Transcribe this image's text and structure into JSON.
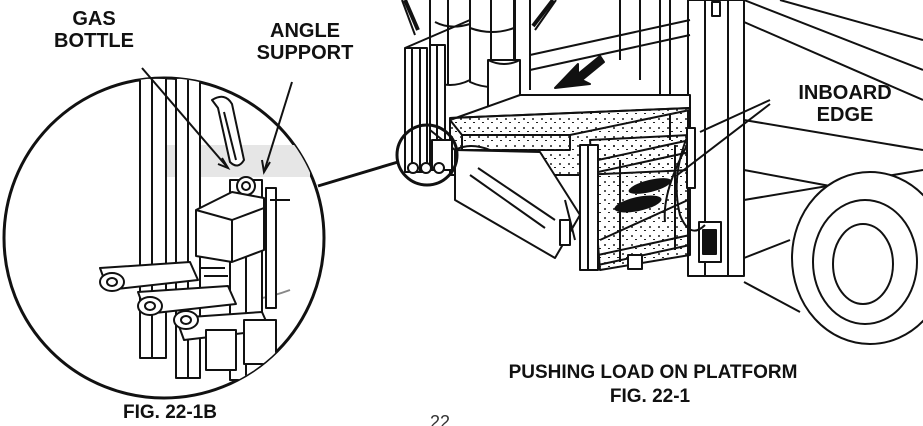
{
  "labels": {
    "gas_bottle": [
      "GAS",
      "BOTTLE"
    ],
    "angle_support": [
      "ANGLE",
      "SUPPORT"
    ],
    "inboard_edge": [
      "INBOARD",
      "EDGE"
    ]
  },
  "captions": {
    "main_title": "PUSHING LOAD ON PLATFORM",
    "main_fig": "FIG. 22-1",
    "detail_fig": "FIG. 22-1B"
  },
  "page_number": "22",
  "colors": {
    "ink": "#111111",
    "paper": "#ffffff"
  }
}
